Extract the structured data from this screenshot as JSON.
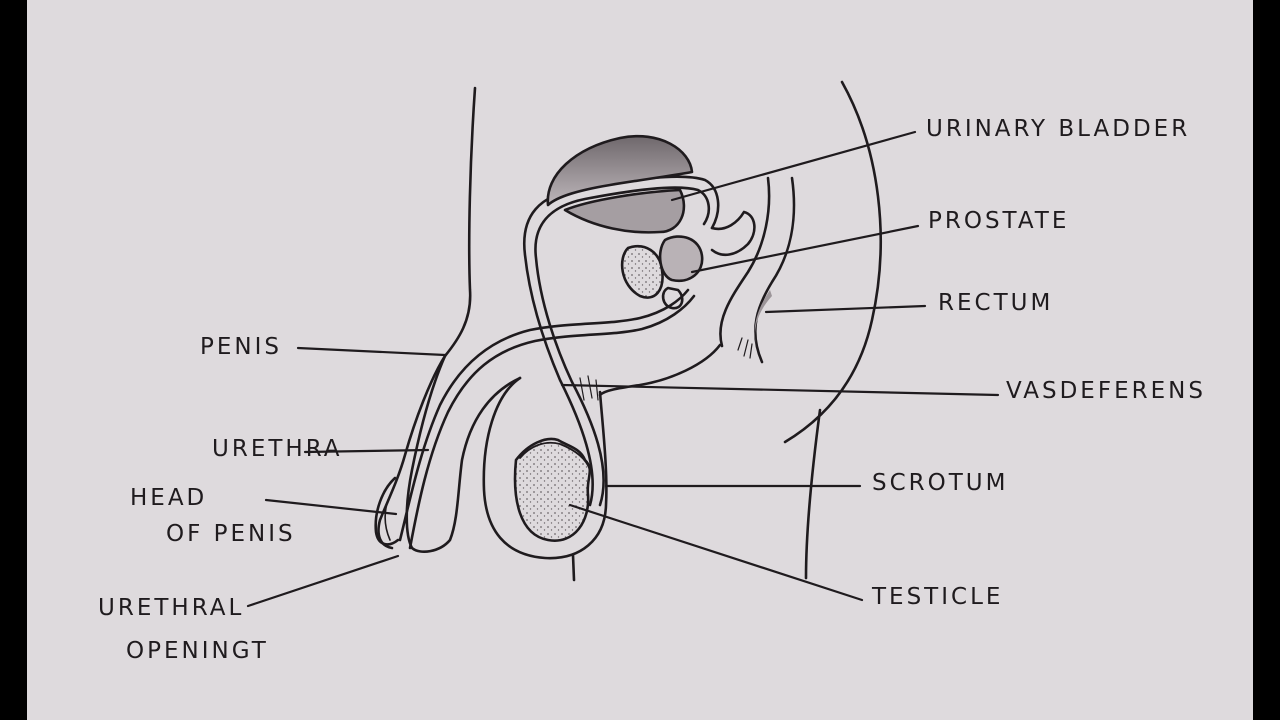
{
  "labels": {
    "urinary_bladder": "URINARY BLADDER",
    "prostate": "PROSTATE",
    "rectum": "RECTUM",
    "vasdeferens": "VASDEFERENS",
    "scrotum": "SCROTUM",
    "testicle": "TESTICLE",
    "penis": "PENIS",
    "urethra": "URETHRA",
    "head_of_penis_line1": "HEAD",
    "head_of_penis_line2": "OF PENIS",
    "urethral_opening_line1": "URETHRAL",
    "urethral_opening_line2": "OPENINGT"
  },
  "colors": {
    "paper": "#dedadd",
    "ink": "#1f1b1e",
    "shade": "#8c8589",
    "border": "#000000"
  }
}
